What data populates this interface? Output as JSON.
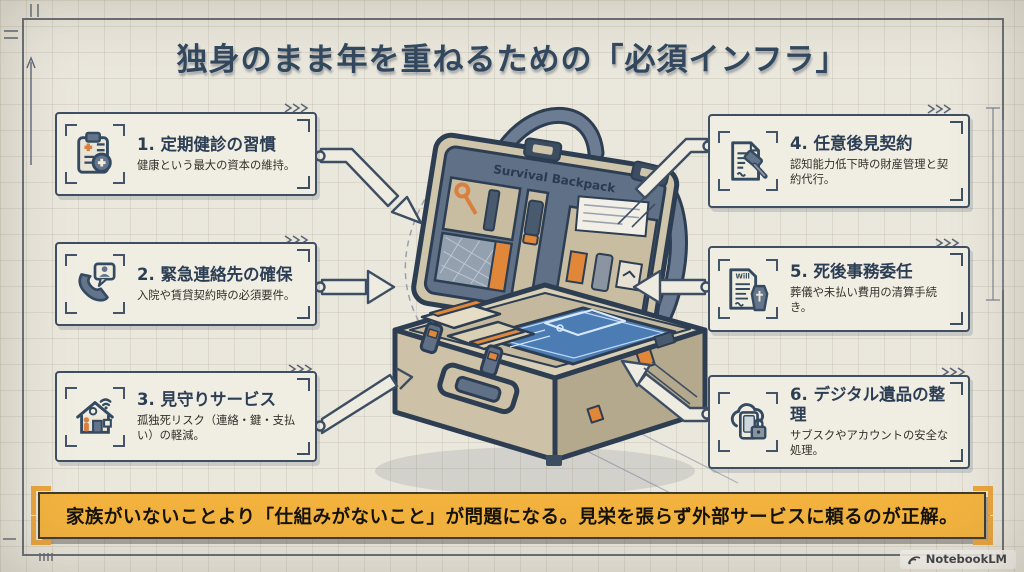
{
  "title": "独身のまま年を重ねるための「必須インフラ」",
  "items": [
    {
      "title": "1. 定期健診の習慣",
      "desc": "健康という最大の資本の維持。",
      "icon": "medical-checkup-clipboard"
    },
    {
      "title": "2. 緊急連絡先の確保",
      "desc": "入院や賃貸契約時の必須要件。",
      "icon": "phone-contact"
    },
    {
      "title": "3. 見守りサービス",
      "desc": "孤独死リスク（連絡・鍵・支払い）の軽減。",
      "icon": "monitored-home"
    },
    {
      "title": "4. 任意後見契約",
      "desc": "認知能力低下時の財産管理と契約代行。",
      "icon": "gavel-document"
    },
    {
      "title": "5. 死後事務委任",
      "desc": "葬儀や未払い費用の清算手続き。",
      "icon": "will-coffin",
      "icon_label": "Will"
    },
    {
      "title": "6. デジタル遺品の整理",
      "desc": "サブスクやアカウントの安全な処理。",
      "icon": "cloud-device-lock"
    }
  ],
  "center_illustration": {
    "lid_label": "Survival Backpack"
  },
  "banner": {
    "text": "家族がいないことより「仕組みがないこと」が問題になる。見栄を張らず外部サービスに頼るのが正解。"
  },
  "watermark": {
    "brand": "NotebookLM"
  },
  "colors": {
    "background": "#eae7dd",
    "ink": "#32485f",
    "panel": "#f0ede3",
    "accent_orange": "#f3b33e",
    "icon_slate": "#64748a"
  }
}
